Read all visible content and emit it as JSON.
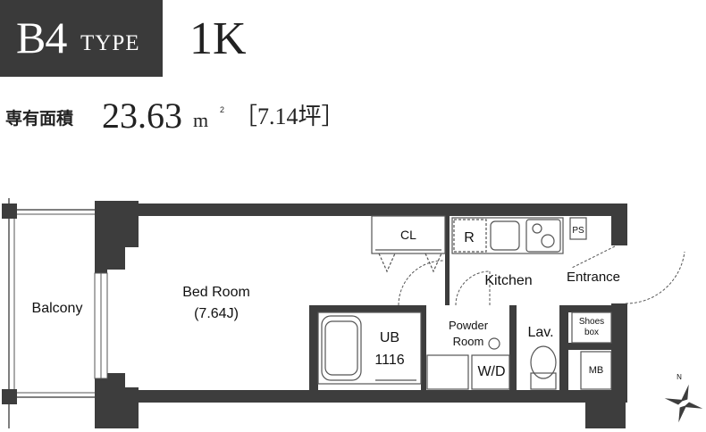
{
  "header": {
    "type_main": "B4",
    "type_suffix": "TYPE",
    "layout": "1K"
  },
  "area": {
    "label": "専有面積",
    "value": "23.63",
    "unit": "m",
    "unit_sup": "2",
    "tsubo": "［7.14坪］"
  },
  "rooms": {
    "balcony": "Balcony",
    "bedroom": "Bed Room",
    "bedroom_size": "(7.64J)",
    "closet": "CL",
    "refrigerator": "R",
    "pipe_space": "PS",
    "kitchen": "Kitchen",
    "entrance": "Entrance",
    "shoes_box_line1": "Shoes",
    "shoes_box_line2": "box",
    "unit_bath": "UB",
    "unit_bath_size": "1116",
    "powder_room_line1": "Powder",
    "powder_room_line2": "Room",
    "washer_dryer": "W/D",
    "lavatory": "Lav.",
    "meter_box": "MB"
  },
  "compass_label": "N",
  "colors": {
    "badge_bg": "#3a3a3a",
    "wall": "#3d3d3d",
    "line": "#555555"
  }
}
